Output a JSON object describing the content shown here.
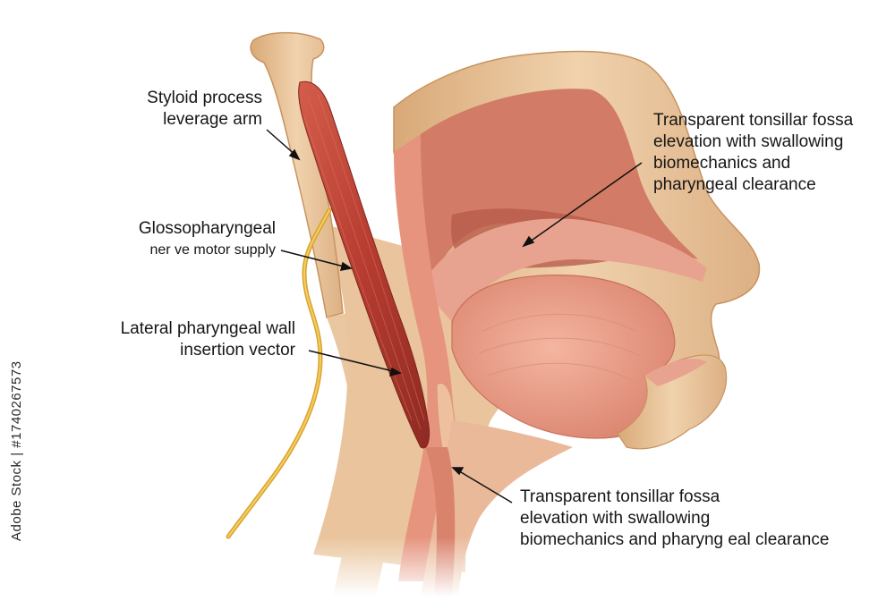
{
  "labels": {
    "styloid": {
      "line1": "Styloid process",
      "line2": "leverage arm"
    },
    "glosso": {
      "line1": "Glossopharyngeal",
      "line2": "ner ve motor supply"
    },
    "lateral": {
      "line1": "Lateral pharyngeal wall",
      "line2": "insertion vector"
    },
    "tonsil_upper": {
      "line1": "Transparent tonsillar fossa",
      "line2": "elevation with swallowing",
      "line3": "biomechanics and",
      "line4": "pharyngeal clearance"
    },
    "tonsil_lower": {
      "line1": "Transparent tonsillar fossa",
      "line2": "elevation with swallowing",
      "line3": "biomechanics and pharyng eal clearance"
    }
  },
  "watermark": "Adobe Stock | #1740267573",
  "colors": {
    "bone": "#ecc9a0",
    "bone_shade": "#d9a978",
    "muscle": "#c2473a",
    "muscle_dark": "#8e2a22",
    "mucosa": "#e89a86",
    "cavity": "#c96a58",
    "nerve": "#e9b73a",
    "line": "#111111"
  }
}
